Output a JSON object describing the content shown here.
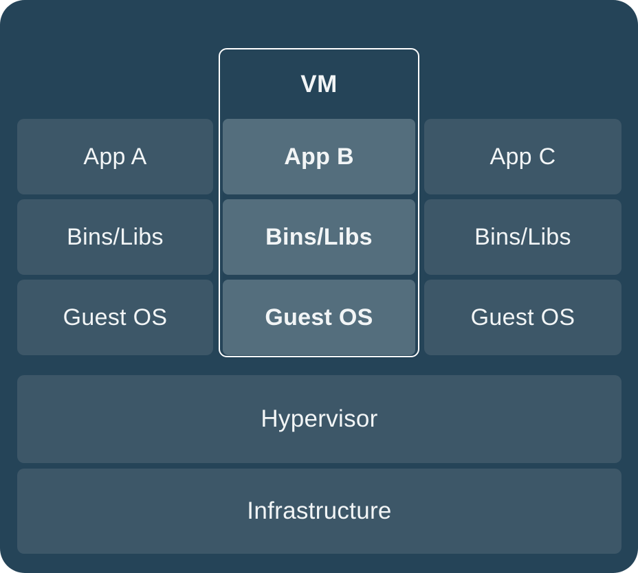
{
  "colors": {
    "page_bg": "#ffffff",
    "canvas_bg": "#254458",
    "box_bg": "#3d5768",
    "highlight_box_bg": "#546e7d",
    "vm_border": "#ffffff",
    "text": "#f2f5f6"
  },
  "diagram": {
    "vm_label": "VM",
    "columns": [
      {
        "name": "stack-a",
        "highlighted": false,
        "cells": [
          "App A",
          "Bins/Libs",
          "Guest OS"
        ]
      },
      {
        "name": "stack-b",
        "highlighted": true,
        "cells": [
          "App B",
          "Bins/Libs",
          "Guest OS"
        ]
      },
      {
        "name": "stack-c",
        "highlighted": false,
        "cells": [
          "App C",
          "Bins/Libs",
          "Guest OS"
        ]
      }
    ],
    "layers": [
      "Hypervisor",
      "Infrastructure"
    ]
  }
}
